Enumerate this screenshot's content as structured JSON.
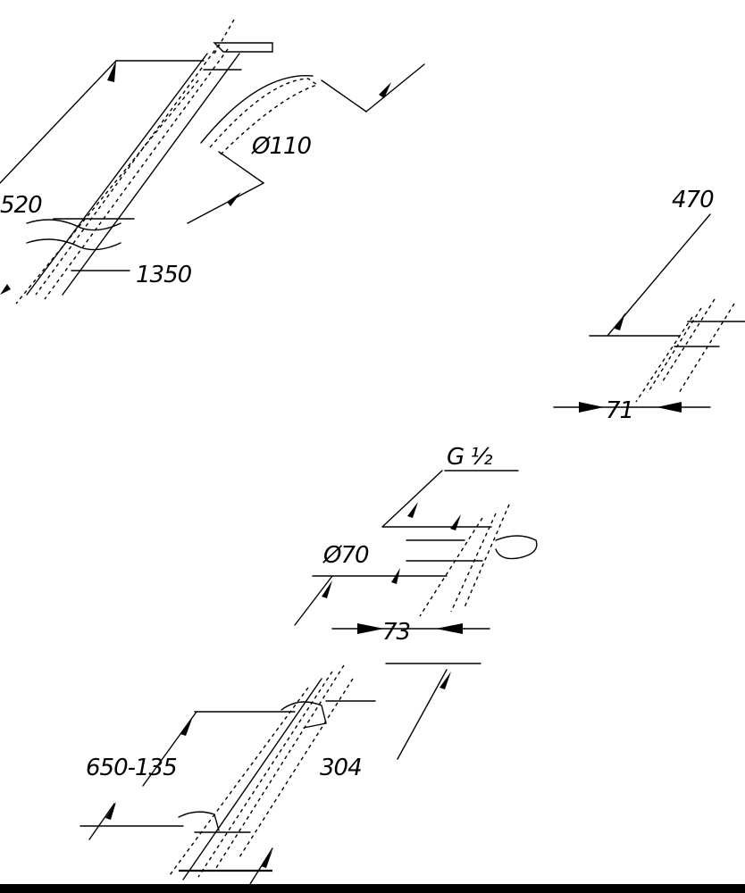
{
  "dimensions": {
    "top_left_partial": "520",
    "pipe_diameter": "Ø110",
    "pipe_length": "1350",
    "right_partial": "470",
    "right_width": "71",
    "thread": "G ½",
    "cap_diameter": "Ø70",
    "cap_depth": "73",
    "lower_range": "650-135",
    "lower_length": "304"
  }
}
